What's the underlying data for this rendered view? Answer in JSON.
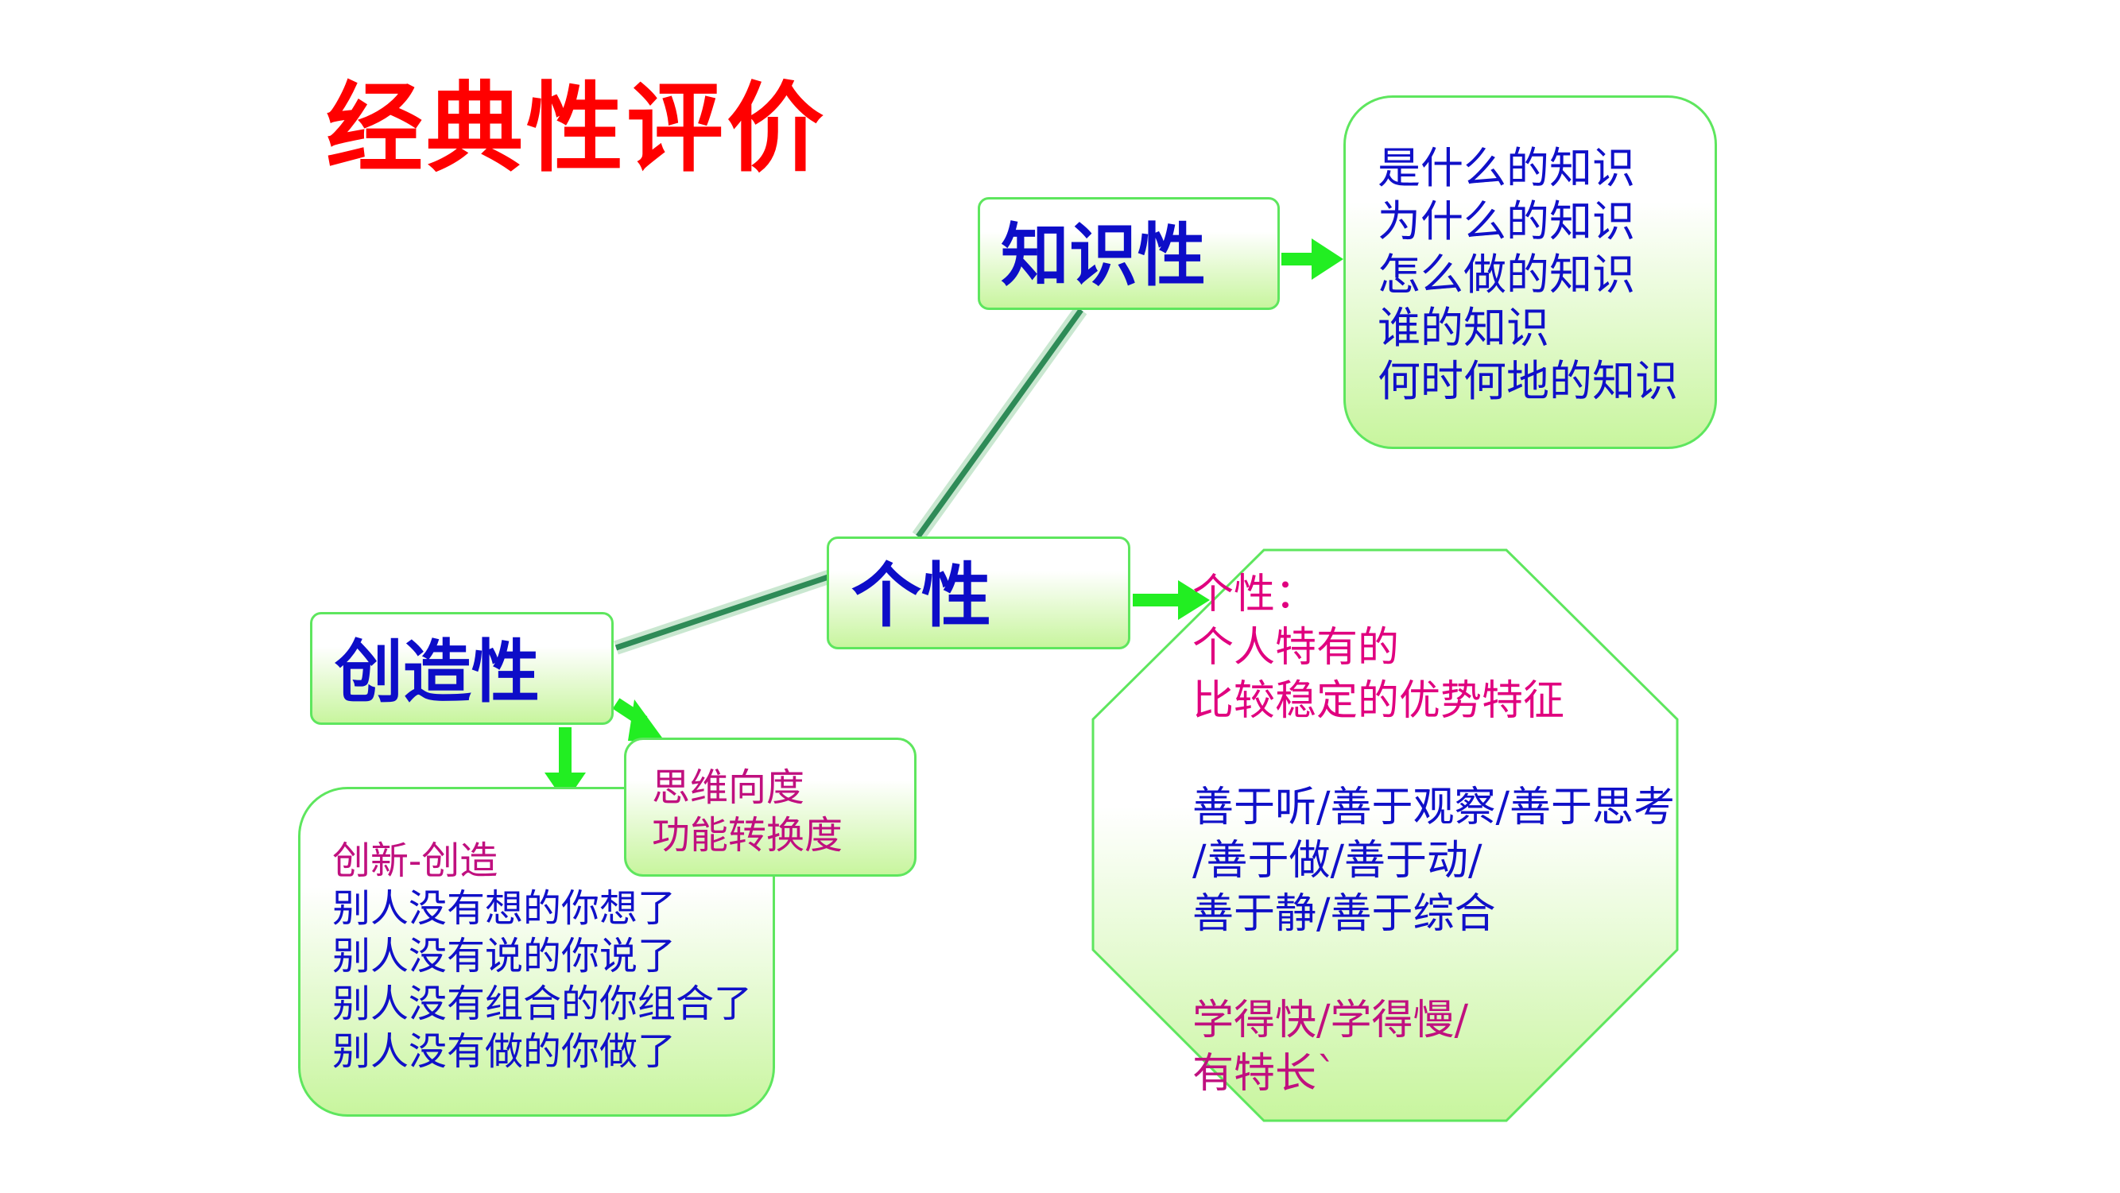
{
  "title": "经典性评价",
  "nodes": {
    "knowledge": {
      "label": "知识性"
    },
    "personality": {
      "label": "个性"
    },
    "creativity": {
      "label": "创造性"
    }
  },
  "knowledge_detail": {
    "lines": [
      "是什么的知识",
      "为什么的知识",
      "怎么做的知识",
      "谁的知识",
      "何时何地的知识"
    ]
  },
  "thinking": {
    "lines": [
      "思维向度",
      "功能转换度"
    ]
  },
  "innovation": {
    "heading": "创新-创造",
    "lines": [
      "别人没有想的你想了",
      "别人没有说的你说了",
      "别人没有组合的你组合了",
      "别人没有做的你做了"
    ]
  },
  "personality_detail": {
    "heading": "个性：",
    "definition": [
      "个人特有的",
      "比较稳定的优势特征"
    ],
    "good_at": [
      "善于听/善于观察/善于思考",
      "/善于做/善于动/",
      "善于静/善于综合"
    ],
    "learning": [
      "学得快/学得慢/",
      "有特长`"
    ]
  },
  "colors": {
    "title": "#ff0000",
    "node_text": "#0d0dc8",
    "blue_text": "#1010c8",
    "magenta_text": "#e0007f",
    "border": "#5ee65e",
    "arrow": "#22ee22",
    "connector": "#2e8b57"
  }
}
